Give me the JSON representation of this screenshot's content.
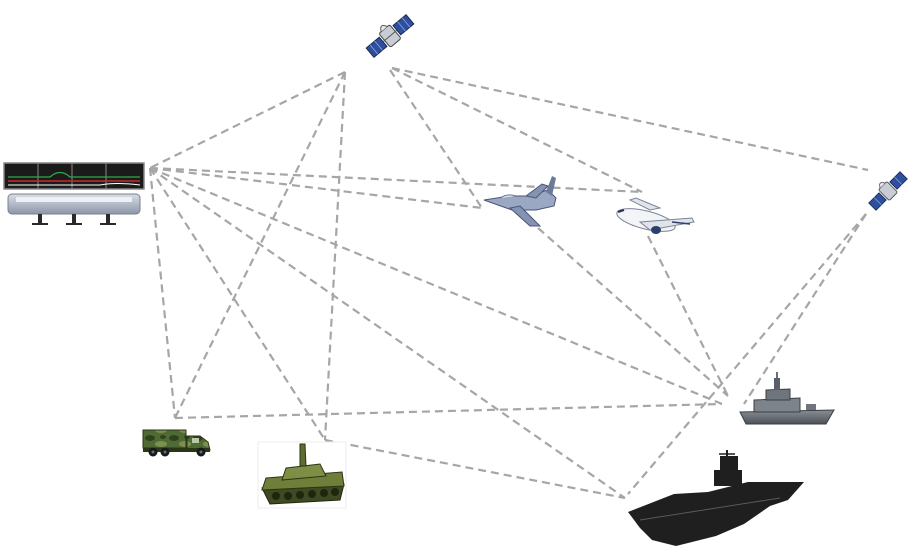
{
  "diagram": {
    "type": "network",
    "nodes": [
      {
        "id": "satellite-1",
        "icon": "satellite-icon"
      },
      {
        "id": "satellite-2",
        "icon": "satellite-icon"
      },
      {
        "id": "control-center",
        "icon": "control-center-icon"
      },
      {
        "id": "fighter-jet",
        "icon": "fighter-jet-icon"
      },
      {
        "id": "airliner",
        "icon": "airliner-icon"
      },
      {
        "id": "military-truck",
        "icon": "military-truck-icon"
      },
      {
        "id": "tank",
        "icon": "tank-icon"
      },
      {
        "id": "warship",
        "icon": "warship-icon"
      },
      {
        "id": "aircraft-carrier",
        "icon": "aircraft-carrier-icon"
      }
    ],
    "links": [
      [
        "satellite-1",
        "control-center"
      ],
      [
        "satellite-1",
        "military-truck"
      ],
      [
        "satellite-1",
        "tank"
      ],
      [
        "satellite-1",
        "fighter-jet"
      ],
      [
        "satellite-1",
        "airliner"
      ],
      [
        "satellite-1",
        "satellite-2"
      ],
      [
        "control-center",
        "fighter-jet"
      ],
      [
        "control-center",
        "airliner"
      ],
      [
        "control-center",
        "military-truck"
      ],
      [
        "control-center",
        "tank"
      ],
      [
        "control-center",
        "warship"
      ],
      [
        "control-center",
        "aircraft-carrier"
      ],
      [
        "fighter-jet",
        "warship"
      ],
      [
        "airliner",
        "warship"
      ],
      [
        "satellite-2",
        "warship"
      ],
      [
        "satellite-2",
        "aircraft-carrier"
      ],
      [
        "military-truck",
        "warship"
      ],
      [
        "tank",
        "aircraft-carrier"
      ]
    ],
    "link_color": "#a6a6a6"
  }
}
